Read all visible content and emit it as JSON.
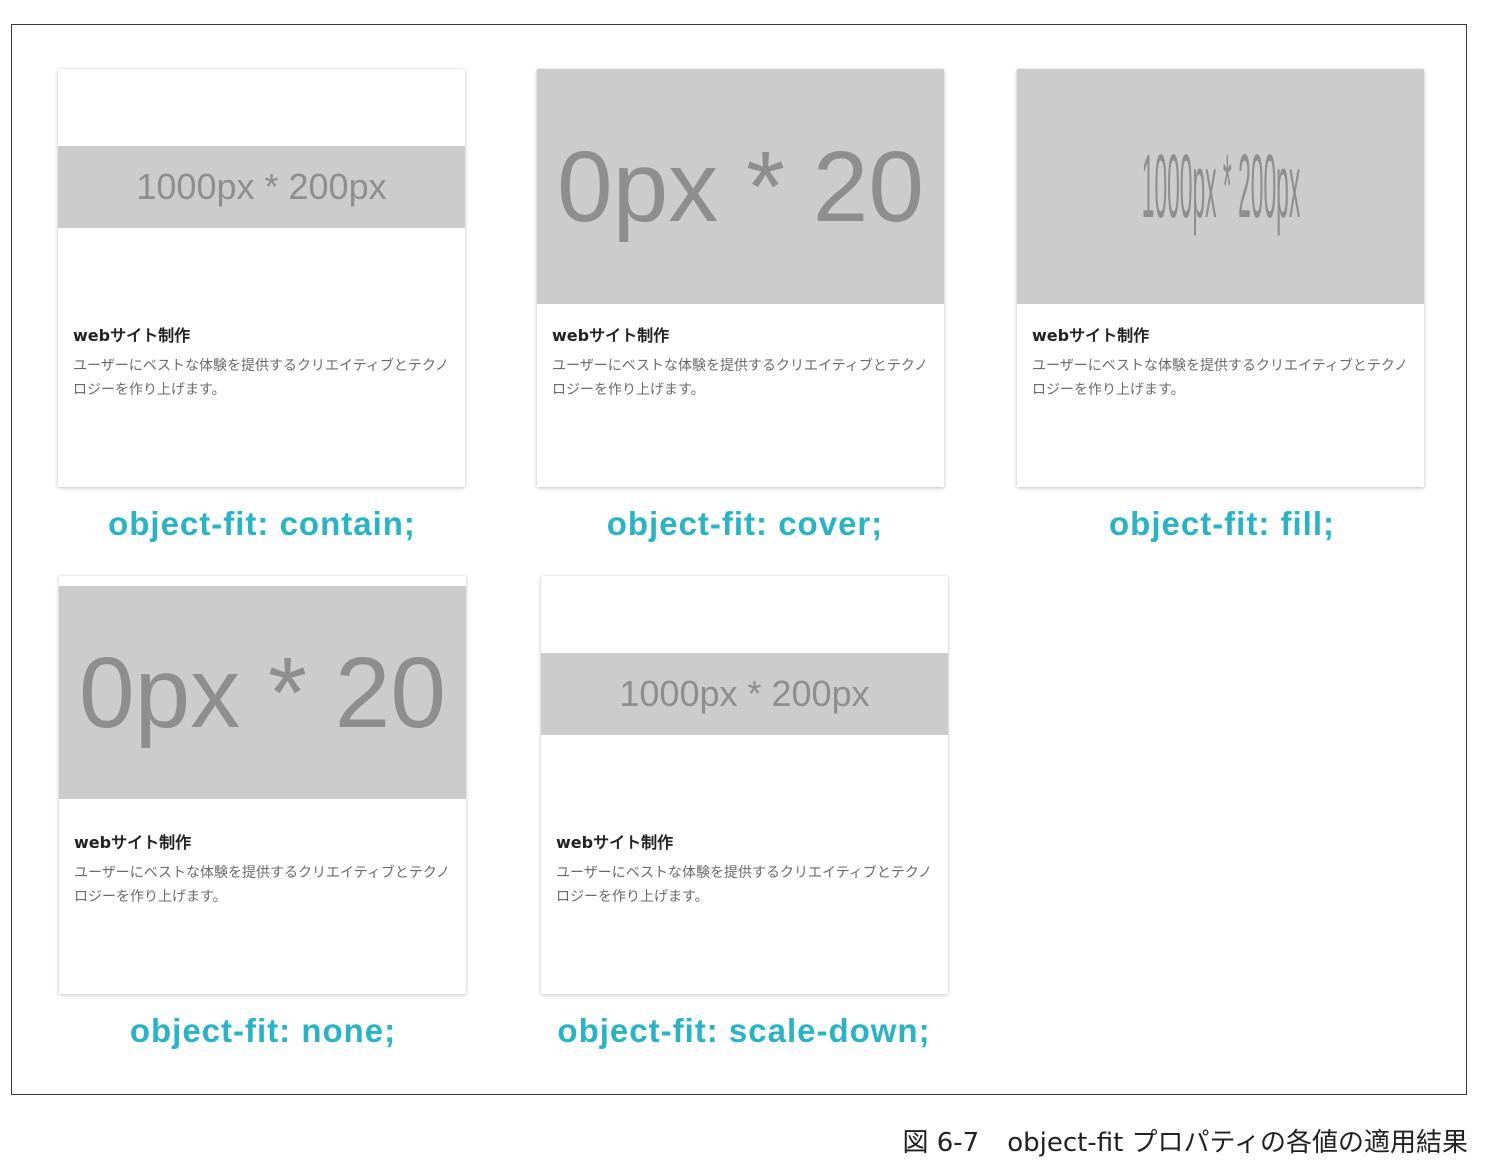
{
  "cards": [
    {
      "image_text": "1000px * 200px",
      "title": "webサイト制作",
      "description": "ユーザーにベストな体験を提供するクリエイティブとテクノロジーを作り上げます。",
      "label": "object-fit: contain;"
    },
    {
      "image_text": "0px * 20",
      "title": "webサイト制作",
      "description": "ユーザーにベストな体験を提供するクリエイティブとテクノロジーを作り上げます。",
      "label": "object-fit: cover;"
    },
    {
      "image_text": "1000px * 200px",
      "title": "webサイト制作",
      "description": "ユーザーにベストな体験を提供するクリエイティブとテクノロジーを作り上げます。",
      "label": "object-fit: fill;"
    },
    {
      "image_text": "0px * 20",
      "title": "webサイト制作",
      "description": "ユーザーにベストな体験を提供するクリエイティブとテクノロジーを作り上げます。",
      "label": "object-fit: none;"
    },
    {
      "image_text": "1000px * 200px",
      "title": "webサイト制作",
      "description": "ユーザーにベストな体験を提供するクリエイティブとテクノロジーを作り上げます。",
      "label": "object-fit: scale-down;"
    }
  ],
  "caption": {
    "number": "図 6-7",
    "text": "object-fit プロパティの各値の適用結果"
  },
  "colors": {
    "label": "#2bb2c4",
    "placeholder_bg": "#cccccc",
    "placeholder_text": "#8e8e8e"
  }
}
